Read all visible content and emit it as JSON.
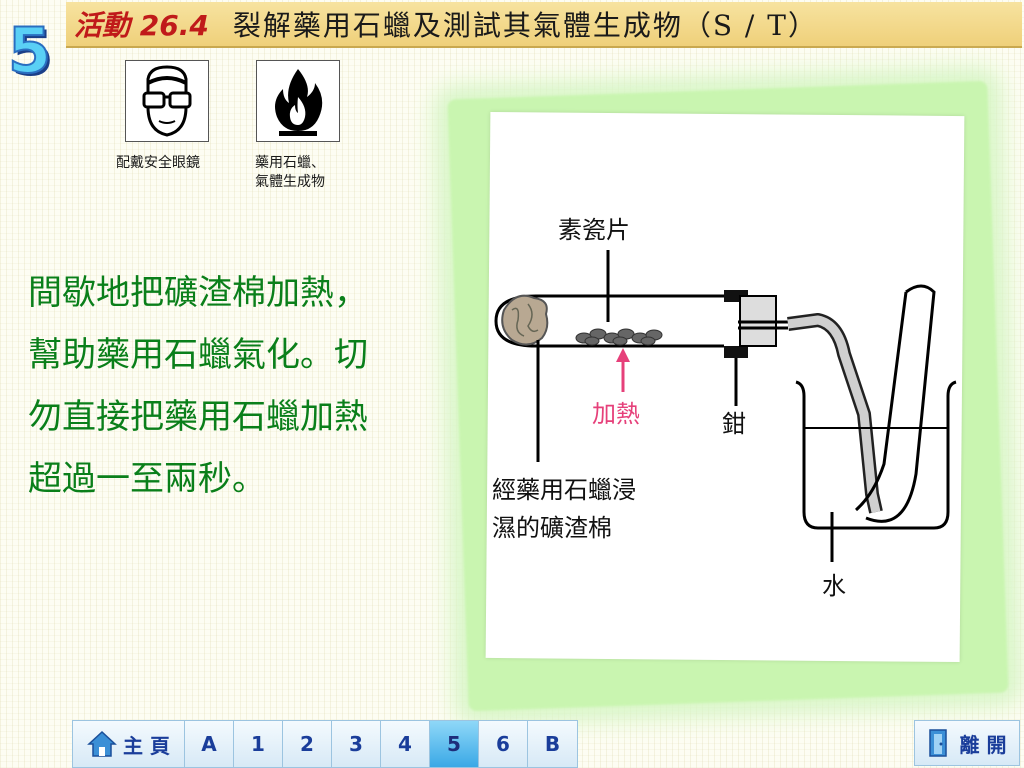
{
  "chapter": "5",
  "title": {
    "label": "活動 26.4",
    "text": "裂解藥用石蠟及測試其氣體生成物（S / T）"
  },
  "warnings": [
    {
      "icon": "safety-goggles-icon",
      "label": "配戴安全眼鏡"
    },
    {
      "icon": "flammable-icon",
      "label_lines": [
        "藥用石蠟、",
        "氣體生成物"
      ]
    }
  ],
  "instruction_lines": [
    "間歇地把礦渣棉加熱，",
    "幫助藥用石蠟氣化。切",
    "勿直接把藥用石蠟加熱",
    "超過一至兩秒。"
  ],
  "diagram": {
    "porcelain_label": "素瓷片",
    "heat_label": "加熱",
    "clamp_label": "鉗",
    "wool_label_lines": [
      "經藥用石蠟浸",
      "濕的礦渣棉"
    ],
    "water_label": "水"
  },
  "nav": {
    "home": "主 頁",
    "buttons": [
      "A",
      "1",
      "2",
      "3",
      "4",
      "5",
      "6",
      "B"
    ],
    "active": "5",
    "exit": "離 開"
  },
  "colors": {
    "title_bar": "#efd07a",
    "instruction_text": "#0a7f1a",
    "heat_arrow": "#e6407a",
    "nav_active": "#3aa8e6"
  }
}
